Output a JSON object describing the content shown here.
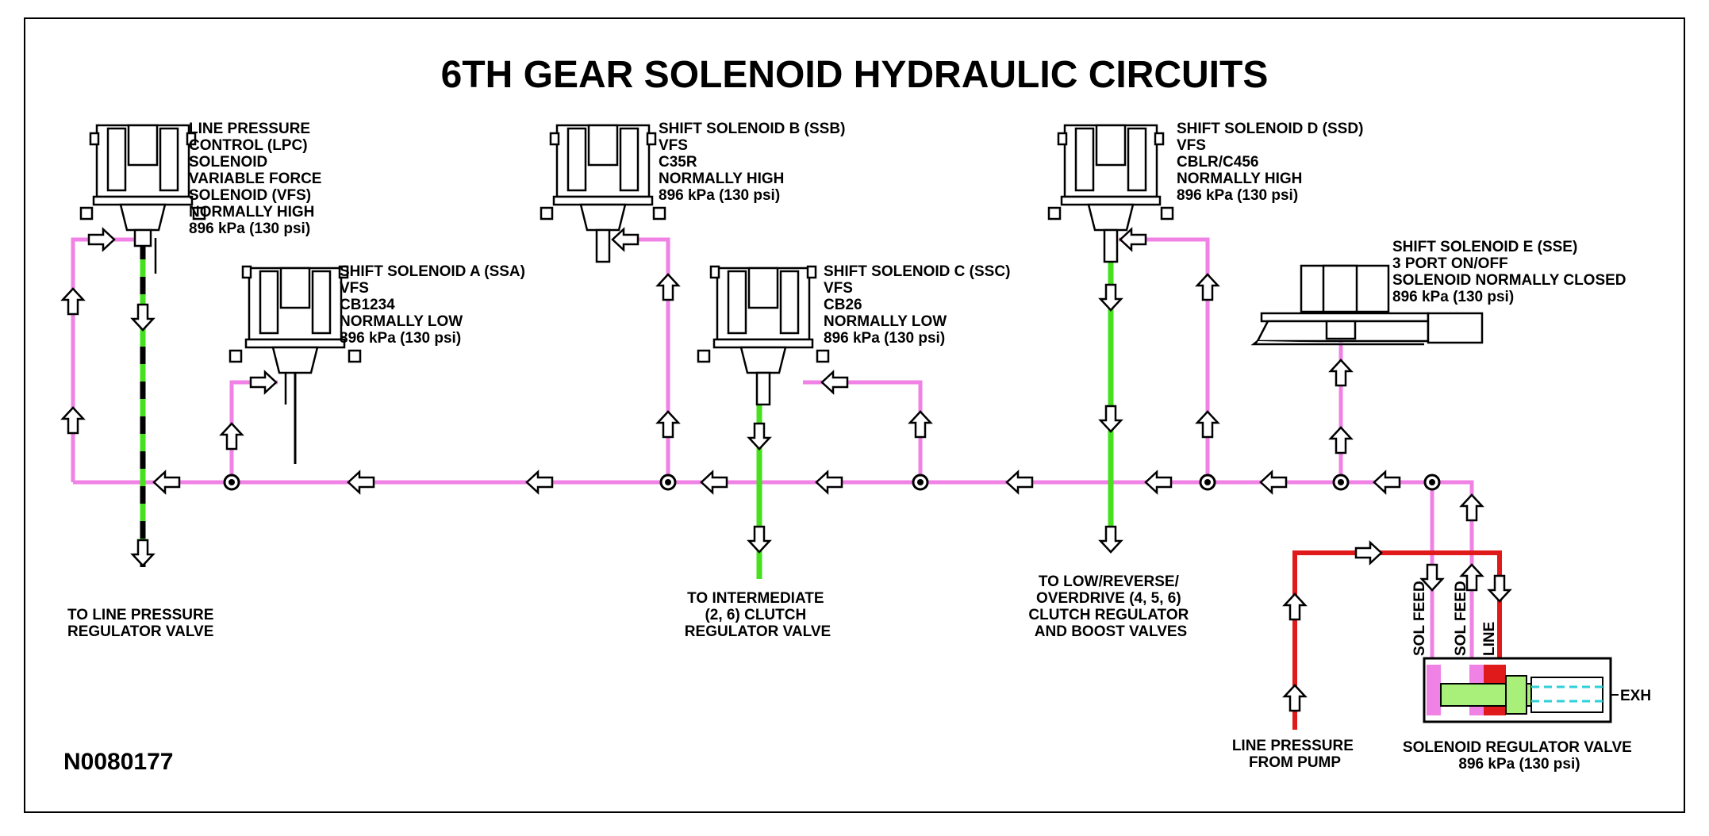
{
  "title": "6TH GEAR SOLENOID HYDRAULIC CIRCUITS",
  "figure_id": "N0080177",
  "colors": {
    "sol_feed": "#f082e6",
    "line_pressure": "#e01a1a",
    "output": "#46e01e",
    "valve_green": "#a8f07a",
    "valve_cyan": "#2fd0d8",
    "ink": "#000000"
  },
  "solenoids": {
    "lpc": [
      "LINE PRESSURE",
      "CONTROL (LPC)",
      "SOLENOID",
      "VARIABLE FORCE",
      "SOLENOID (VFS)",
      "NORMALLY HIGH",
      "896 kPa (130 psi)"
    ],
    "ssa": [
      "SHIFT SOLENOID A (SSA)",
      "VFS",
      "CB1234",
      "NORMALLY LOW",
      "896 kPa (130 psi)"
    ],
    "ssb": [
      "SHIFT SOLENOID B (SSB)",
      "VFS",
      "C35R",
      "NORMALLY HIGH",
      "896 kPa (130 psi)"
    ],
    "ssc": [
      "SHIFT SOLENOID C (SSC)",
      "VFS",
      "CB26",
      "NORMALLY LOW",
      "896 kPa (130 psi)"
    ],
    "ssd": [
      "SHIFT SOLENOID D (SSD)",
      "VFS",
      "CBLR/C456",
      "NORMALLY HIGH",
      "896 kPa (130 psi)"
    ],
    "sse": [
      "SHIFT SOLENOID E (SSE)",
      "3 PORT ON/OFF",
      "SOLENOID NORMALLY CLOSED",
      "896 kPa (130 psi)"
    ]
  },
  "destinations": {
    "line_pressure_reg": [
      "TO LINE PRESSURE",
      "REGULATOR VALVE"
    ],
    "intermediate": [
      "TO INTERMEDIATE",
      "(2, 6) CLUTCH",
      "REGULATOR VALVE"
    ],
    "low_reverse": [
      "TO LOW/REVERSE/",
      "OVERDRIVE (4, 5, 6)",
      "CLUTCH REGULATOR",
      "AND BOOST VALVES"
    ],
    "pump": [
      "LINE PRESSURE",
      "FROM PUMP"
    ],
    "sol_reg": [
      "SOLENOID REGULATOR VALVE",
      "896 kPa (130 psi)"
    ]
  },
  "ports": {
    "sol_feed_1": "SOL FEED",
    "sol_feed_2": "SOL FEED",
    "line": "LINE",
    "exh": "EXH"
  }
}
